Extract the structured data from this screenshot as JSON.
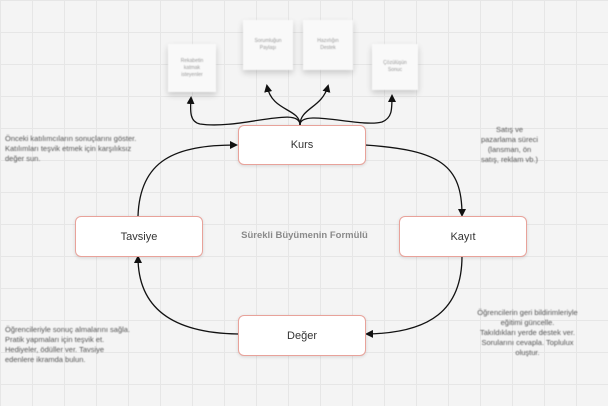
{
  "diagram": {
    "title": "Sürekli Büyümenin Formülü",
    "nodes": {
      "kurs": "Kurs",
      "kayit": "Kayıt",
      "deger": "Değer",
      "tavsiye": "Tavsiye"
    },
    "notes": {
      "top_left": "Önceki katılımcıların sonuçlarını göster.\nKatılımları teşvik etmek için karşılıksız\ndeğer sun.",
      "top_right": "Satış ve\npazarlama süreci\n(lansman, ön\nsatış, reklam vb.)",
      "bottom_left": "Öğrencileriyle sonuç almalarını sağla.\nPratik yapmaları için teşvik et.\nHediyeler, ödüller ver. Tavsiye\nedenlere ikramda bulun.",
      "bottom_right": "Öğrencilerin geri bildirimleriyle\neğitimi güncelle.\nTakıldıkları yerde destek ver.\nSorularını cevapla. Toplulux\noluştur."
    },
    "stickies": [
      "Rekabetin\nkatmak\nisteyenler",
      "Sorumluğun\nPaylaşı",
      "Hazırlığın\nDestek",
      "Çözülüşün\nSonuc"
    ]
  },
  "colors": {
    "node_border": "#e8a29a",
    "edge": "#111111",
    "title_text": "#8a8a8a"
  }
}
